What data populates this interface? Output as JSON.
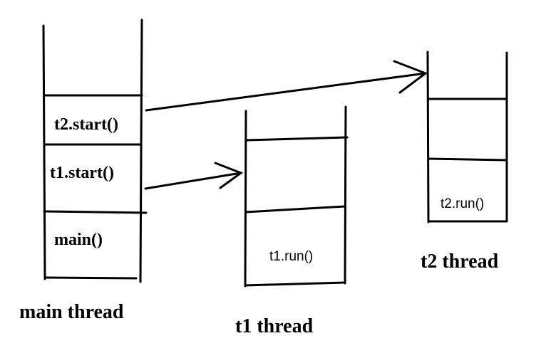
{
  "main_stack": {
    "frames": [
      "t2.start()",
      "t1.start()",
      "main()"
    ],
    "caption": "main thread"
  },
  "t1_stack": {
    "frames": [
      "t1.run()"
    ],
    "caption": "t1 thread"
  },
  "t2_stack": {
    "frames": [
      "t2.run()"
    ],
    "caption": "t2 thread"
  },
  "arrows": [
    {
      "from": "t2.start()",
      "to": "t2 thread"
    },
    {
      "from": "t1.start()",
      "to": "t1 thread"
    }
  ]
}
